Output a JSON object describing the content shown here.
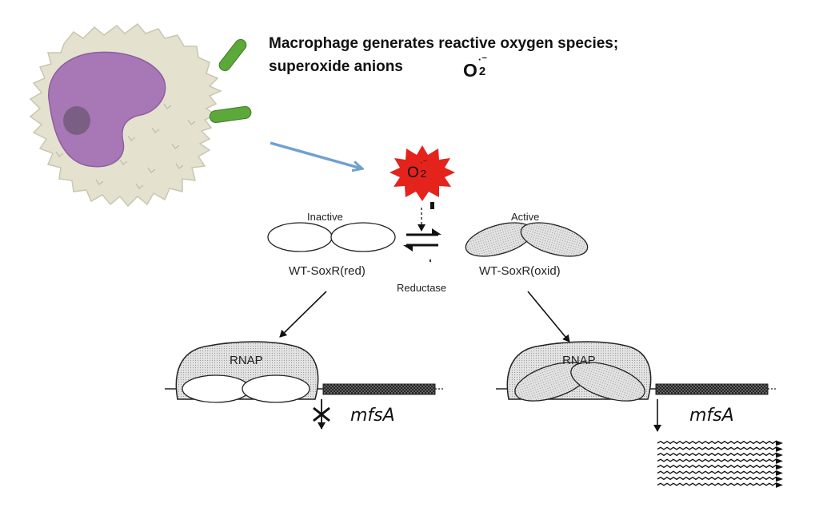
{
  "title": {
    "line1": "Macrophage generates reactive oxygen species;",
    "line2": "superoxide anions"
  },
  "superoxide": {
    "base": "O",
    "sub": "2",
    "sup": "·⁻"
  },
  "states": {
    "inactive": "Inactive",
    "active": "Active",
    "reduced": "WT-SoxR(red)",
    "oxidized": "WT-SoxR(oxid)",
    "enzyme": "Reductase"
  },
  "rnap": "RNAP",
  "gene": "mfsA",
  "colors": {
    "macrophage_body": "#e4e2cf",
    "nucleus": "#a877b6",
    "nucleolus": "#7a5f82",
    "bacterium": "#5da83a",
    "blue_arrow": "#6fa0d2",
    "starburst": "#e3231c",
    "protein_fill": "#d9d9d9",
    "dna_box": "#444444"
  }
}
